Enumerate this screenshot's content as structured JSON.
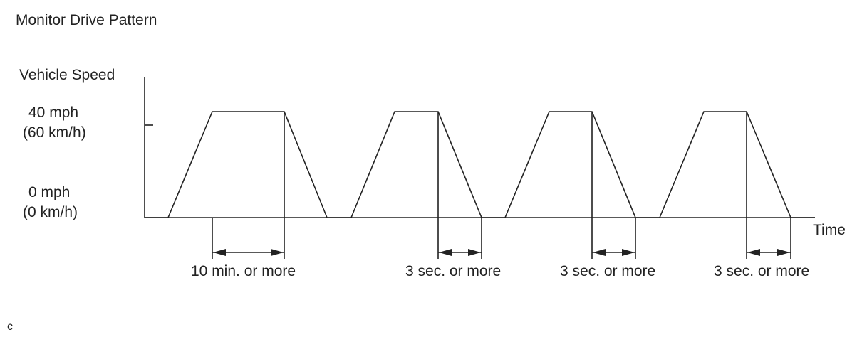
{
  "title": "Monitor Drive Pattern",
  "axes": {
    "y_label": "Vehicle Speed",
    "x_label": "Time",
    "y_ticks": [
      {
        "line1": "40 mph",
        "line2": "(60 km/h)"
      },
      {
        "line1": "0 mph",
        "line2": "(0 km/h)"
      }
    ]
  },
  "pattern": {
    "cycles": 4,
    "high_speed_mph": 40,
    "low_speed_mph": 0
  },
  "durations": [
    {
      "label": "10 min. or more"
    },
    {
      "label": "3 sec. or more"
    },
    {
      "label": "3 sec. or more"
    },
    {
      "label": "3 sec. or more"
    }
  ],
  "corner_mark": "C",
  "colors": {
    "line": "#222222"
  }
}
